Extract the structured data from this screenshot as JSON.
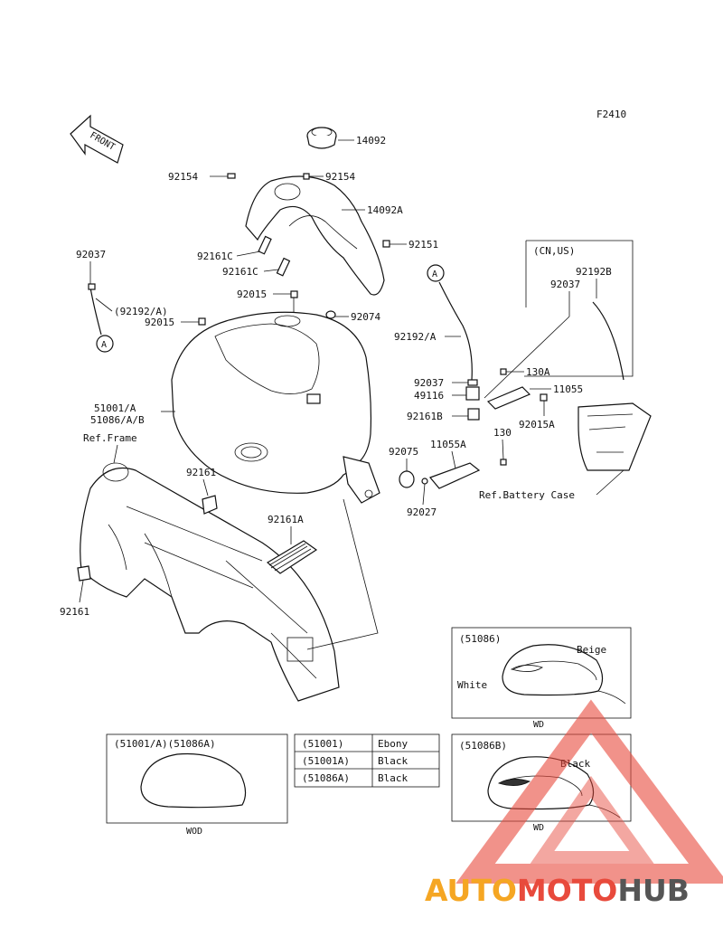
{
  "figure_code": "F2410",
  "front_arrow_label": "FRONT",
  "parts": {
    "p14092": "14092",
    "p14092A": "14092A",
    "p92154_left": "92154",
    "p92154_right": "92154",
    "p92151": "92151",
    "p92037_left": "92037",
    "p92192A_left": "(92192/A)",
    "p92161C_1": "92161C",
    "p92161C_2": "92161C",
    "p92015_1": "92015",
    "p92015_2": "92015",
    "p92074": "92074",
    "p51001": "51001/A",
    "p51086": "51086/A/B",
    "ref_frame": "Ref.Frame",
    "p92161_top": "92161",
    "p92161_bottom": "92161",
    "p92161A": "92161A",
    "p92192A_right": "92192/A",
    "p92037_mid": "92037",
    "p49116": "49116",
    "p92161B": "92161B",
    "p130A": "130A",
    "p11055": "11055",
    "p92015A": "92015A",
    "p92075": "92075",
    "p11055A": "11055A",
    "p130": "130",
    "p92027": "92027",
    "ref_battery": "Ref.Battery Case",
    "cn_us": "(CN,US)",
    "p92192B": "92192B",
    "p92037_right": "92037",
    "callout_a": "A"
  },
  "inset_51086": {
    "title": "(51086)",
    "beige": "Beige",
    "white": "White",
    "code": "WD"
  },
  "inset_51001": {
    "title": "(51001/A)(51086A)",
    "code": "WOD"
  },
  "inset_51086B": {
    "title": "(51086B)",
    "black": "Black",
    "code": "WD"
  },
  "color_table": [
    {
      "part": "(51001)",
      "color": "Ebony"
    },
    {
      "part": "(51001A)",
      "color": "Black"
    },
    {
      "part": "(51086A)",
      "color": "Black"
    }
  ],
  "watermark": {
    "part1": "AUTO",
    "part2": "MOTO",
    "part3": "HUB",
    "color1": "#f5a623",
    "color2": "#e84a3c",
    "color3": "#555555"
  }
}
